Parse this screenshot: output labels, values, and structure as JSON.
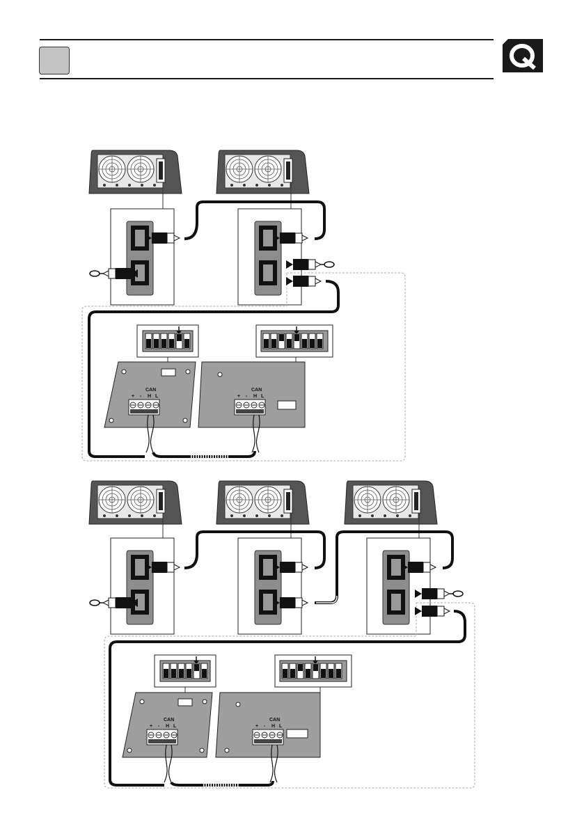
{
  "header": {
    "section_box_color": "#c4c4c4",
    "logo_icon": "quick-q-logo-icon"
  },
  "diagram": {
    "connector_label": "CAN",
    "pin_labels": [
      "+",
      "-",
      "H",
      "L"
    ],
    "top_section": {
      "controllers": 2,
      "interface_boards": 2
    },
    "bottom_section": {
      "controllers": 3,
      "interface_boards": 2
    }
  }
}
